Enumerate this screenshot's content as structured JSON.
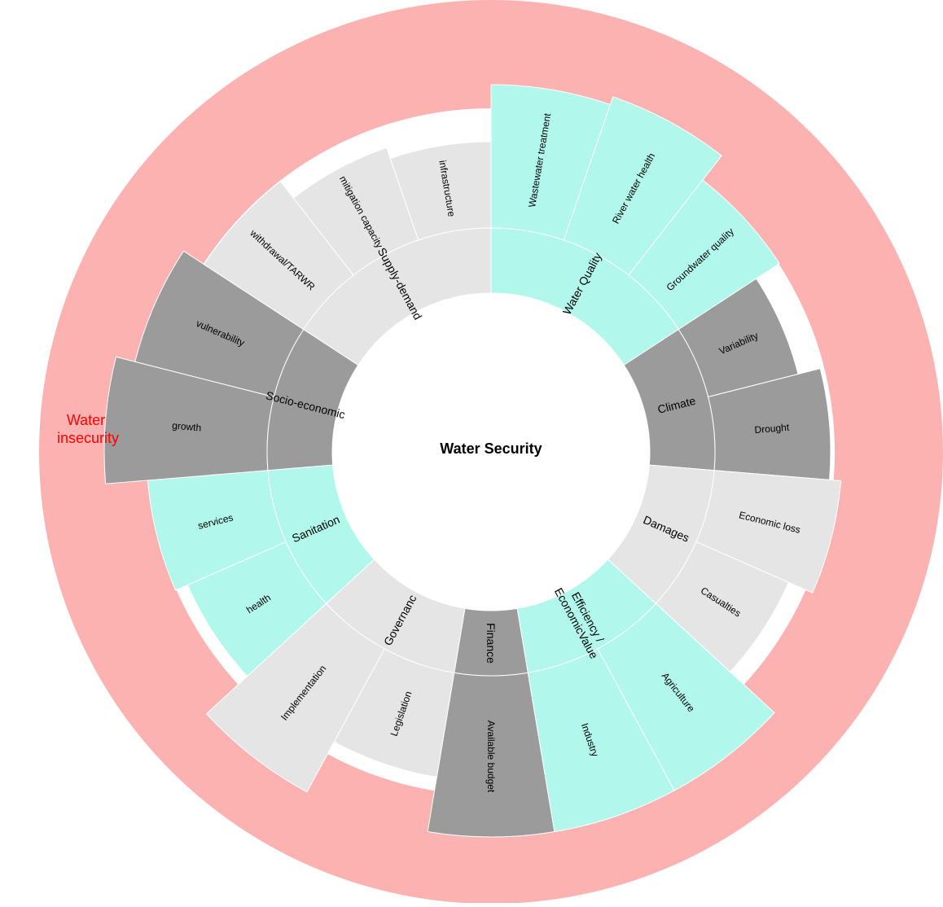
{
  "center_title": "Water Security",
  "outer_ring": {
    "label_line1": "Water",
    "label_line2": "insecurity",
    "color": "#fdb2b2",
    "label_color": "#ff0000"
  },
  "palette": {
    "teal": "#b2f7ec",
    "dark": "#9b9b9b",
    "light": "#e5e5e5"
  },
  "chart_data": {
    "type": "sunburst",
    "categories": [
      {
        "name": "Water Quality",
        "label_lines": [
          "Water Quality"
        ],
        "color": "teal",
        "children": [
          {
            "name": "Wastewater treatment",
            "score": 0.88
          },
          {
            "name": "River water health",
            "score": 0.93
          },
          {
            "name": "Groundwater quality",
            "score": 0.74
          }
        ]
      },
      {
        "name": "Climate",
        "label_lines": [
          "Climate"
        ],
        "color": "dark",
        "children": [
          {
            "name": "Variability",
            "score": 0.57
          },
          {
            "name": "Drought",
            "score": 0.71
          }
        ]
      },
      {
        "name": "Damages",
        "label_lines": [
          "Damages"
        ],
        "color": "light",
        "children": [
          {
            "name": "Economic loss",
            "score": 0.78
          },
          {
            "name": "Casualties",
            "score": 0.62
          }
        ]
      },
      {
        "name": "Efficiency / EconomicValue",
        "label_lines": [
          "Efficiency /",
          "EconomicValue"
        ],
        "color": "teal",
        "children": [
          {
            "name": "Agriculture",
            "score": 0.99
          },
          {
            "name": "Industry",
            "score": 0.99
          }
        ]
      },
      {
        "name": "Finance",
        "label_lines": [
          "Finance"
        ],
        "color": "dark",
        "children": [
          {
            "name": "Available budget",
            "score": 0.99
          }
        ]
      },
      {
        "name": "Governanc",
        "label_lines": [
          "Governanc"
        ],
        "color": "light",
        "children": [
          {
            "name": "Legislation",
            "score": 0.65
          },
          {
            "name": "Implementation",
            "score": 1.0
          }
        ]
      },
      {
        "name": "Sanitation",
        "label_lines": [
          "Sanitation"
        ],
        "color": "teal",
        "children": [
          {
            "name": "health",
            "score": 0.66
          },
          {
            "name": "services",
            "score": 0.74
          }
        ]
      },
      {
        "name": "Socio-economic",
        "label_lines": [
          "Socio-economic"
        ],
        "color": "dark",
        "children": [
          {
            "name": "growth",
            "score": 1.0
          },
          {
            "name": "vulnerability",
            "score": 0.88
          }
        ]
      },
      {
        "name": "Supply-demand",
        "label_lines": [
          "Supply-demand"
        ],
        "color": "light",
        "children": [
          {
            "name": "withdrawal/TARWR",
            "score": 0.73
          },
          {
            "name": "mitigation capacity",
            "score": 0.6
          },
          {
            "name": "infrastructure",
            "score": 0.53
          }
        ]
      }
    ]
  }
}
